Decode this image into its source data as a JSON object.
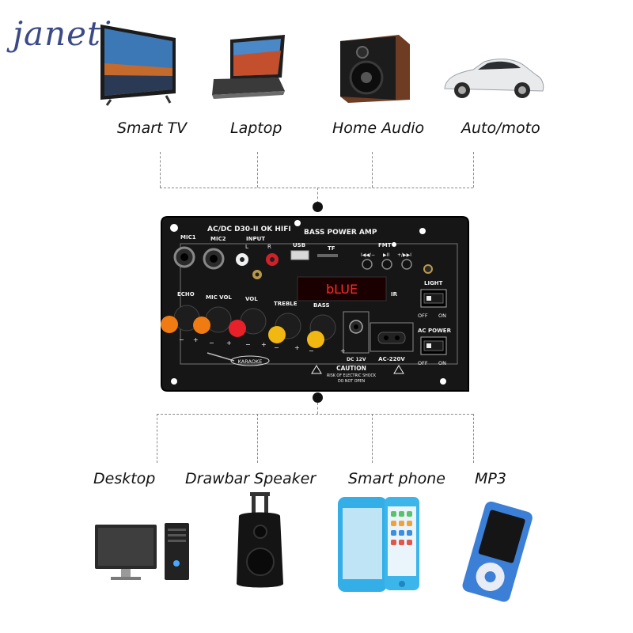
{
  "brand": {
    "logo": "janeti"
  },
  "top_devices": [
    {
      "label": "Smart TV",
      "icon": "smart-tv-icon"
    },
    {
      "label": "Laptop",
      "icon": "laptop-icon"
    },
    {
      "label": "Home Audio",
      "icon": "speaker-icon"
    },
    {
      "label": "Auto/moto",
      "icon": "car-icon"
    }
  ],
  "bottom_devices": [
    {
      "label": "Desktop",
      "icon": "desktop-icon"
    },
    {
      "label": "Drawbar Speaker",
      "icon": "trolley-speaker-icon"
    },
    {
      "label": "Smart phone",
      "icon": "smartphone-icon"
    },
    {
      "label": "MP3",
      "icon": "mp3-player-icon"
    }
  ],
  "board": {
    "model": "AC/DC D30-II OK HIFI",
    "title": "BASS POWER AMP",
    "mic1": "MIC1",
    "mic2": "MIC2",
    "input": "INPUT",
    "input_l": "L",
    "input_r": "R",
    "usb": "USB",
    "tf": "TF",
    "fmt": "FMT",
    "prev": "I◀◀/−",
    "play": "▶II",
    "next": "+/▶▶I",
    "display": "bLUE",
    "ir": "IR",
    "knobs": [
      {
        "label": "ECHO",
        "color": "#f07b12"
      },
      {
        "label": "MIC VOL",
        "color": "#f07b12"
      },
      {
        "label": "VOL",
        "color": "#e8202a"
      },
      {
        "label": "TREBLE",
        "color": "#f1b812"
      },
      {
        "label": "BASS",
        "color": "#f1b812"
      }
    ],
    "karaoke": "KARAOKE",
    "dc": "DC 12V",
    "ac": "AC-220V",
    "caution": "CAUTION",
    "caution_1": "RISK OF ELECTRIC SHOCK",
    "caution_2": "DO NOT OPEN",
    "light": "LIGHT",
    "ac_power": "AC POWER",
    "off": "OFF",
    "on": "ON"
  },
  "colors": {
    "board": "#161616",
    "label": "#f2f2f2",
    "display_red": "#e0141c",
    "dashes": "#8a8a8a"
  }
}
